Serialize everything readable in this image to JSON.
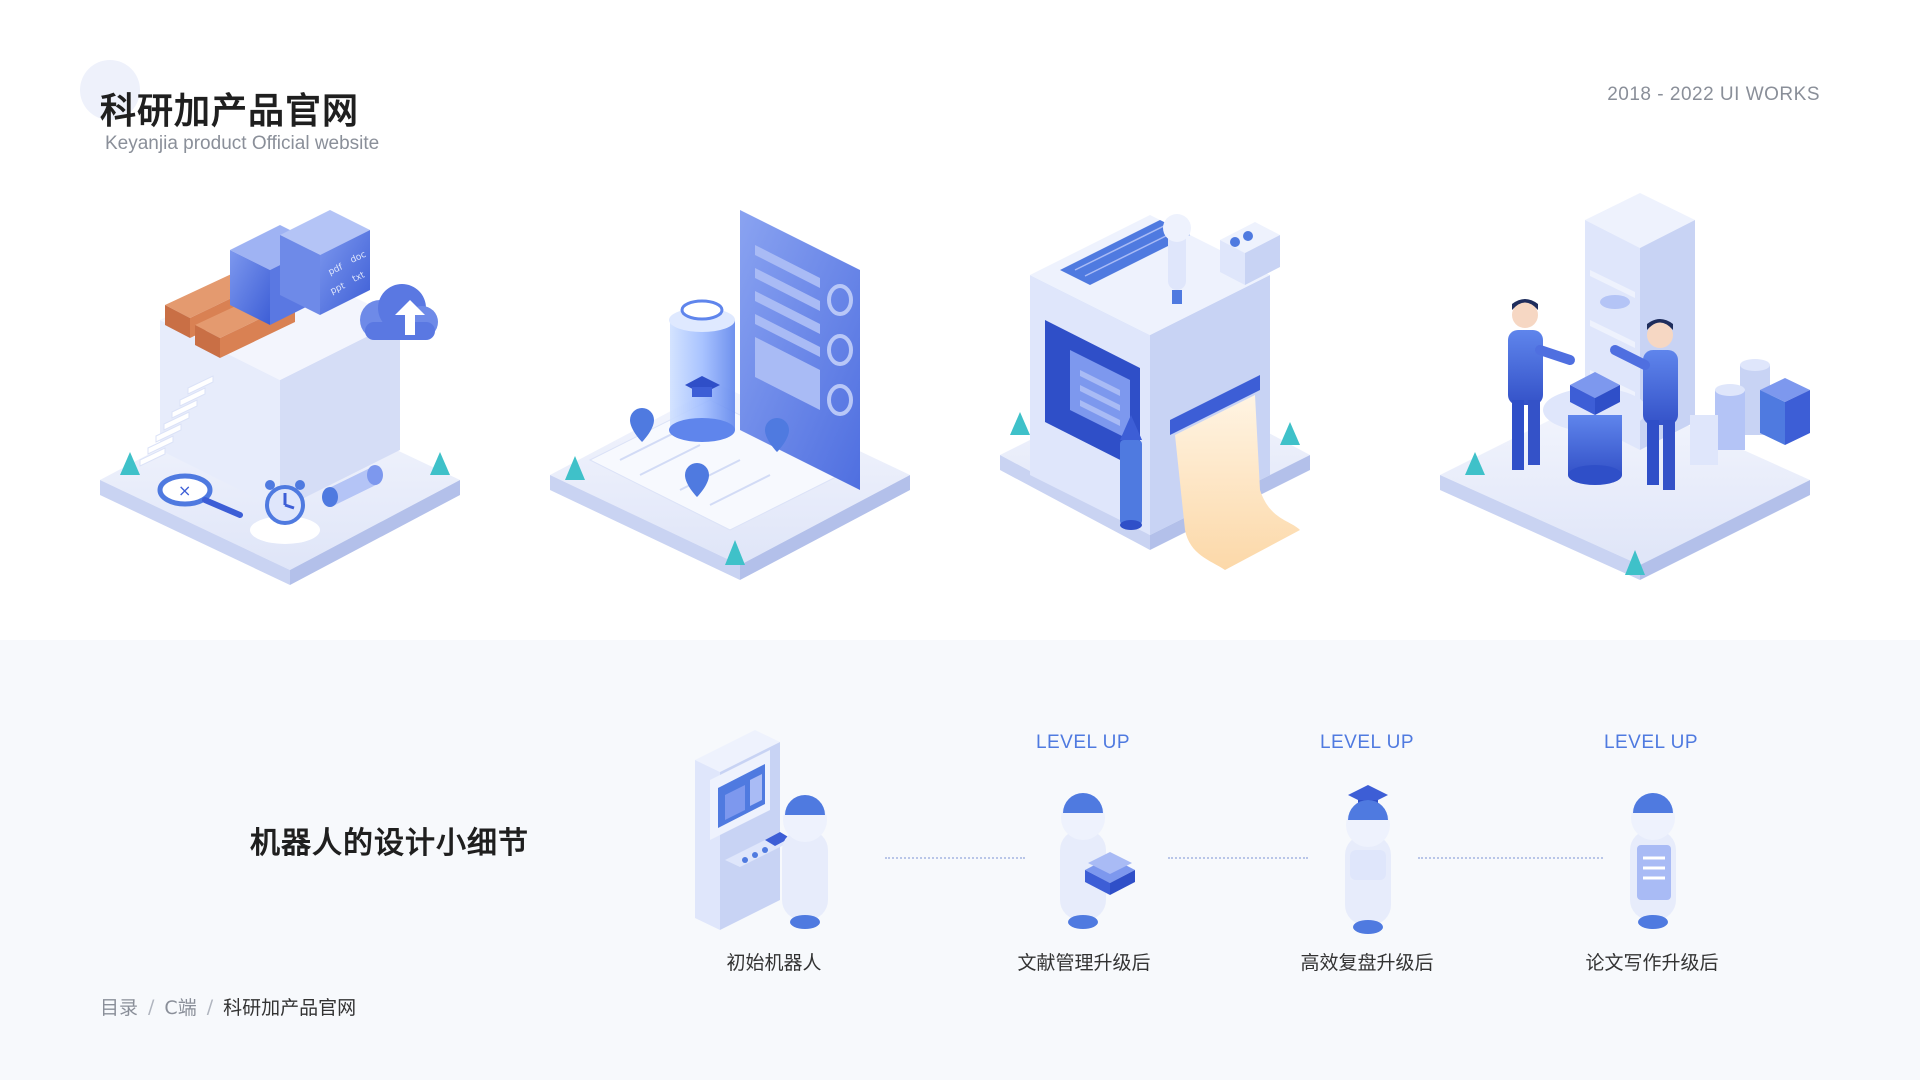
{
  "header": {
    "title": "科研加产品官网",
    "subtitle": "Keyanjia product Official website",
    "year_works": "2018 - 2022 UI WORKS"
  },
  "illustrations": [
    {
      "name": "file-storage-box",
      "doc_labels": [
        "pdf",
        "doc",
        "ppt",
        "txt"
      ]
    },
    {
      "name": "map-and-document-panel"
    },
    {
      "name": "printer-machine"
    },
    {
      "name": "business-handshake"
    }
  ],
  "robot_section": {
    "title": "机器人的设计小细节",
    "level_up_label": "LEVEL UP",
    "stages": [
      {
        "label": "初始机器人",
        "level_up": false
      },
      {
        "label": "文献管理升级后",
        "level_up": true
      },
      {
        "label": "高效复盘升级后",
        "level_up": true
      },
      {
        "label": "论文写作升级后",
        "level_up": true
      }
    ]
  },
  "breadcrumb": {
    "items": [
      "目录",
      "C端"
    ],
    "current": "科研加产品官网",
    "separator": "/"
  },
  "colors": {
    "accent_blue": "#4f7ae0",
    "deep_blue": "#3d5ed6",
    "light_blue": "#dfe6fb",
    "band_bg": "#f7f9fc",
    "teal": "#3fc1c9",
    "brown": "#c96f45",
    "paper": "#fde7c8"
  }
}
